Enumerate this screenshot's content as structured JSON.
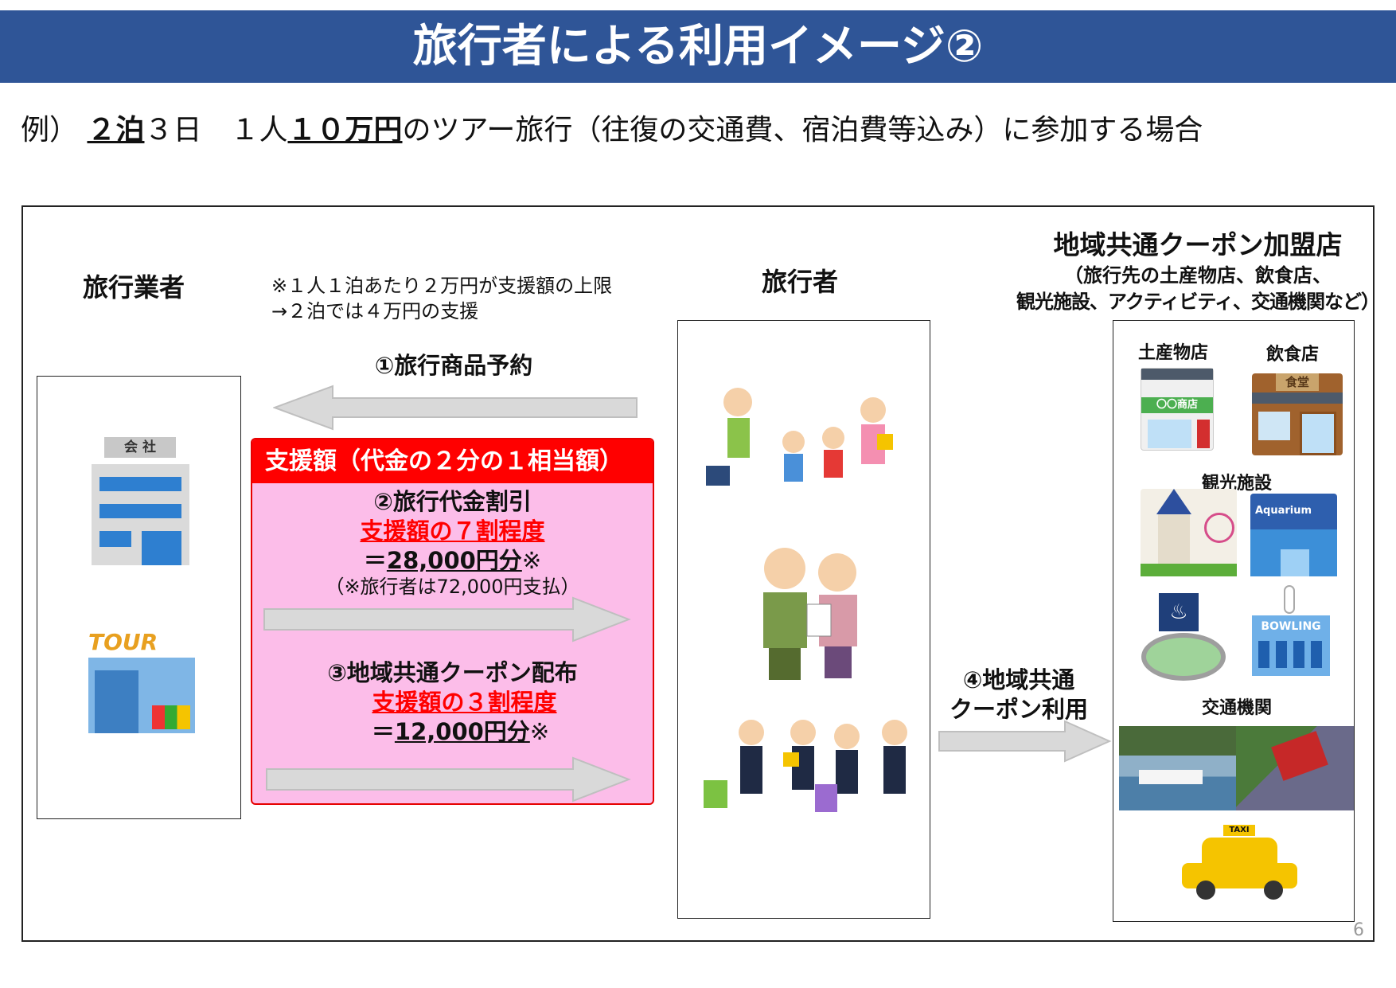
{
  "title": "旅行者による利用イメージ②",
  "example": {
    "prefix": "例）",
    "nights": "２泊",
    "days": "３日　１人",
    "price": "１０万円",
    "suffix": "のツアー旅行（往復の交通費、宿泊費等込み）に参加する場合"
  },
  "left": {
    "label": "旅行業者",
    "company_sign": "会 社",
    "tour_sign": "TOUR"
  },
  "note": {
    "line1": "※１人１泊あたり２万円が支援額の上限",
    "line2": "→２泊では４万円の支援"
  },
  "step1": "①旅行商品予約",
  "support": {
    "header": "支援額（代金の２分の１相当額）",
    "step2_title": "②旅行代金割引",
    "step2_ratio": "支援額の７割程度",
    "step2_eq": "＝",
    "step2_amount": "28,000円分",
    "step2_mark": "※",
    "step2_note": "（※旅行者は72,000円支払）",
    "step3_title": "③地域共通クーポン配布",
    "step3_ratio": "支援額の３割程度",
    "step3_eq": "＝",
    "step3_amount": "12,000円分",
    "step3_mark": "※"
  },
  "traveler": {
    "label": "旅行者"
  },
  "step4": {
    "line1": "④地域共通",
    "line2": "クーポン利用"
  },
  "shops": {
    "title": "地域共通クーポン加盟店",
    "sub1": "（旅行先の土産物店、飲食店、",
    "sub2": "観光施設、アクティビティ、交通機関など）",
    "souvenir": "土産物店",
    "souvenir_sign": "〇〇商店",
    "restaurant": "飲食店",
    "restaurant_sign": "食堂",
    "sightseeing": "観光施設",
    "aquarium_sign": "Aquarium",
    "bowling_sign": "BOWLING",
    "transport": "交通機関",
    "taxi_sign": "TAXI"
  },
  "page_number": "6",
  "colors": {
    "banner": "#2f5597",
    "red": "#ff0000",
    "pink": "#fcbde9",
    "arrow": "#d9d9d9"
  }
}
